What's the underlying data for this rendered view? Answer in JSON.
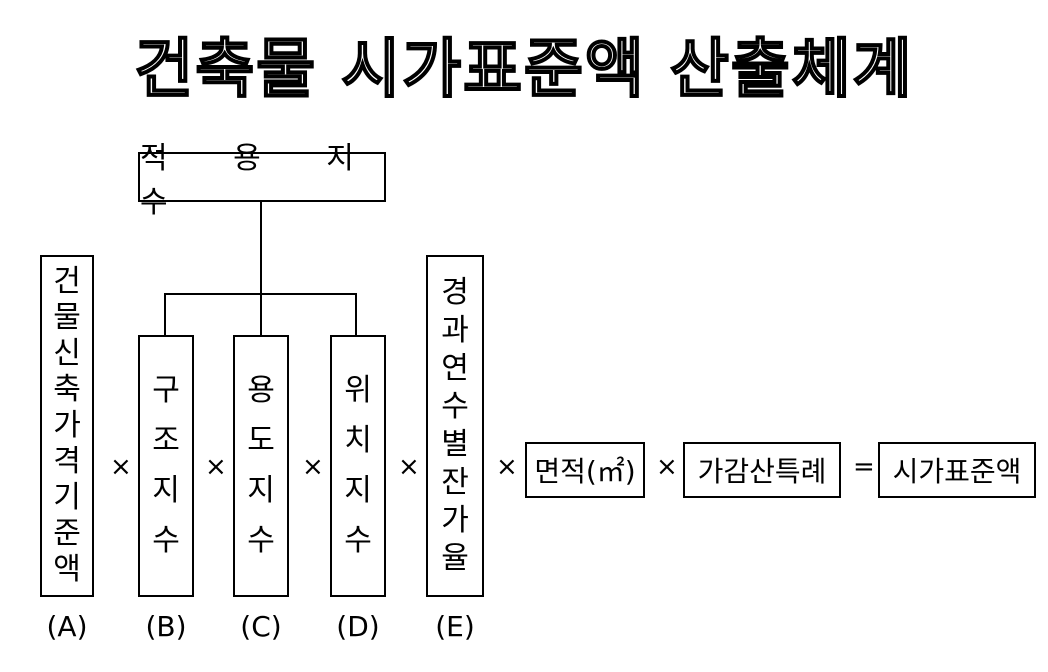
{
  "title": "건축물 시가표준액 산출체계",
  "top_box": "적 용 지 수",
  "boxes": {
    "a": "건물신축가격기준액",
    "b": "구조지수",
    "c": "용도지수",
    "d": "위치지수",
    "e": "경과연수별잔가율"
  },
  "area": "면적(㎡)",
  "special": "가감산특례",
  "result": "시가표준액",
  "ops": {
    "times": "×",
    "equals": "="
  },
  "labels": {
    "a": "(A)",
    "b": "(B)",
    "c": "(C)",
    "d": "(D)",
    "e": "(E)"
  }
}
